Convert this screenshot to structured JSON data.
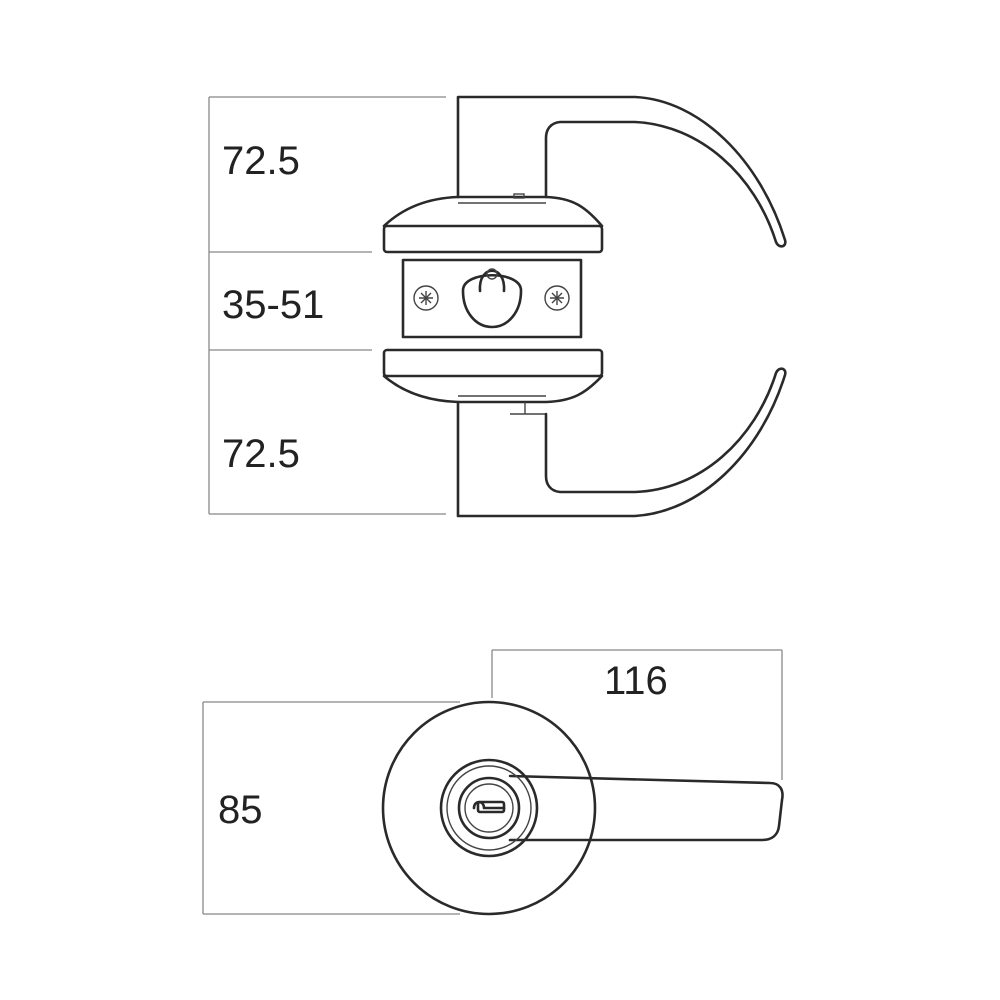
{
  "colors": {
    "line": "#2a2a2a",
    "dimension": "#888888",
    "text": "#222222",
    "background": "#ffffff"
  },
  "top_view": {
    "dim_upper": "72.5",
    "dim_middle": "35-51",
    "dim_lower": "72.5"
  },
  "front_view": {
    "dim_length": "116",
    "dim_rose_diameter": "85"
  }
}
